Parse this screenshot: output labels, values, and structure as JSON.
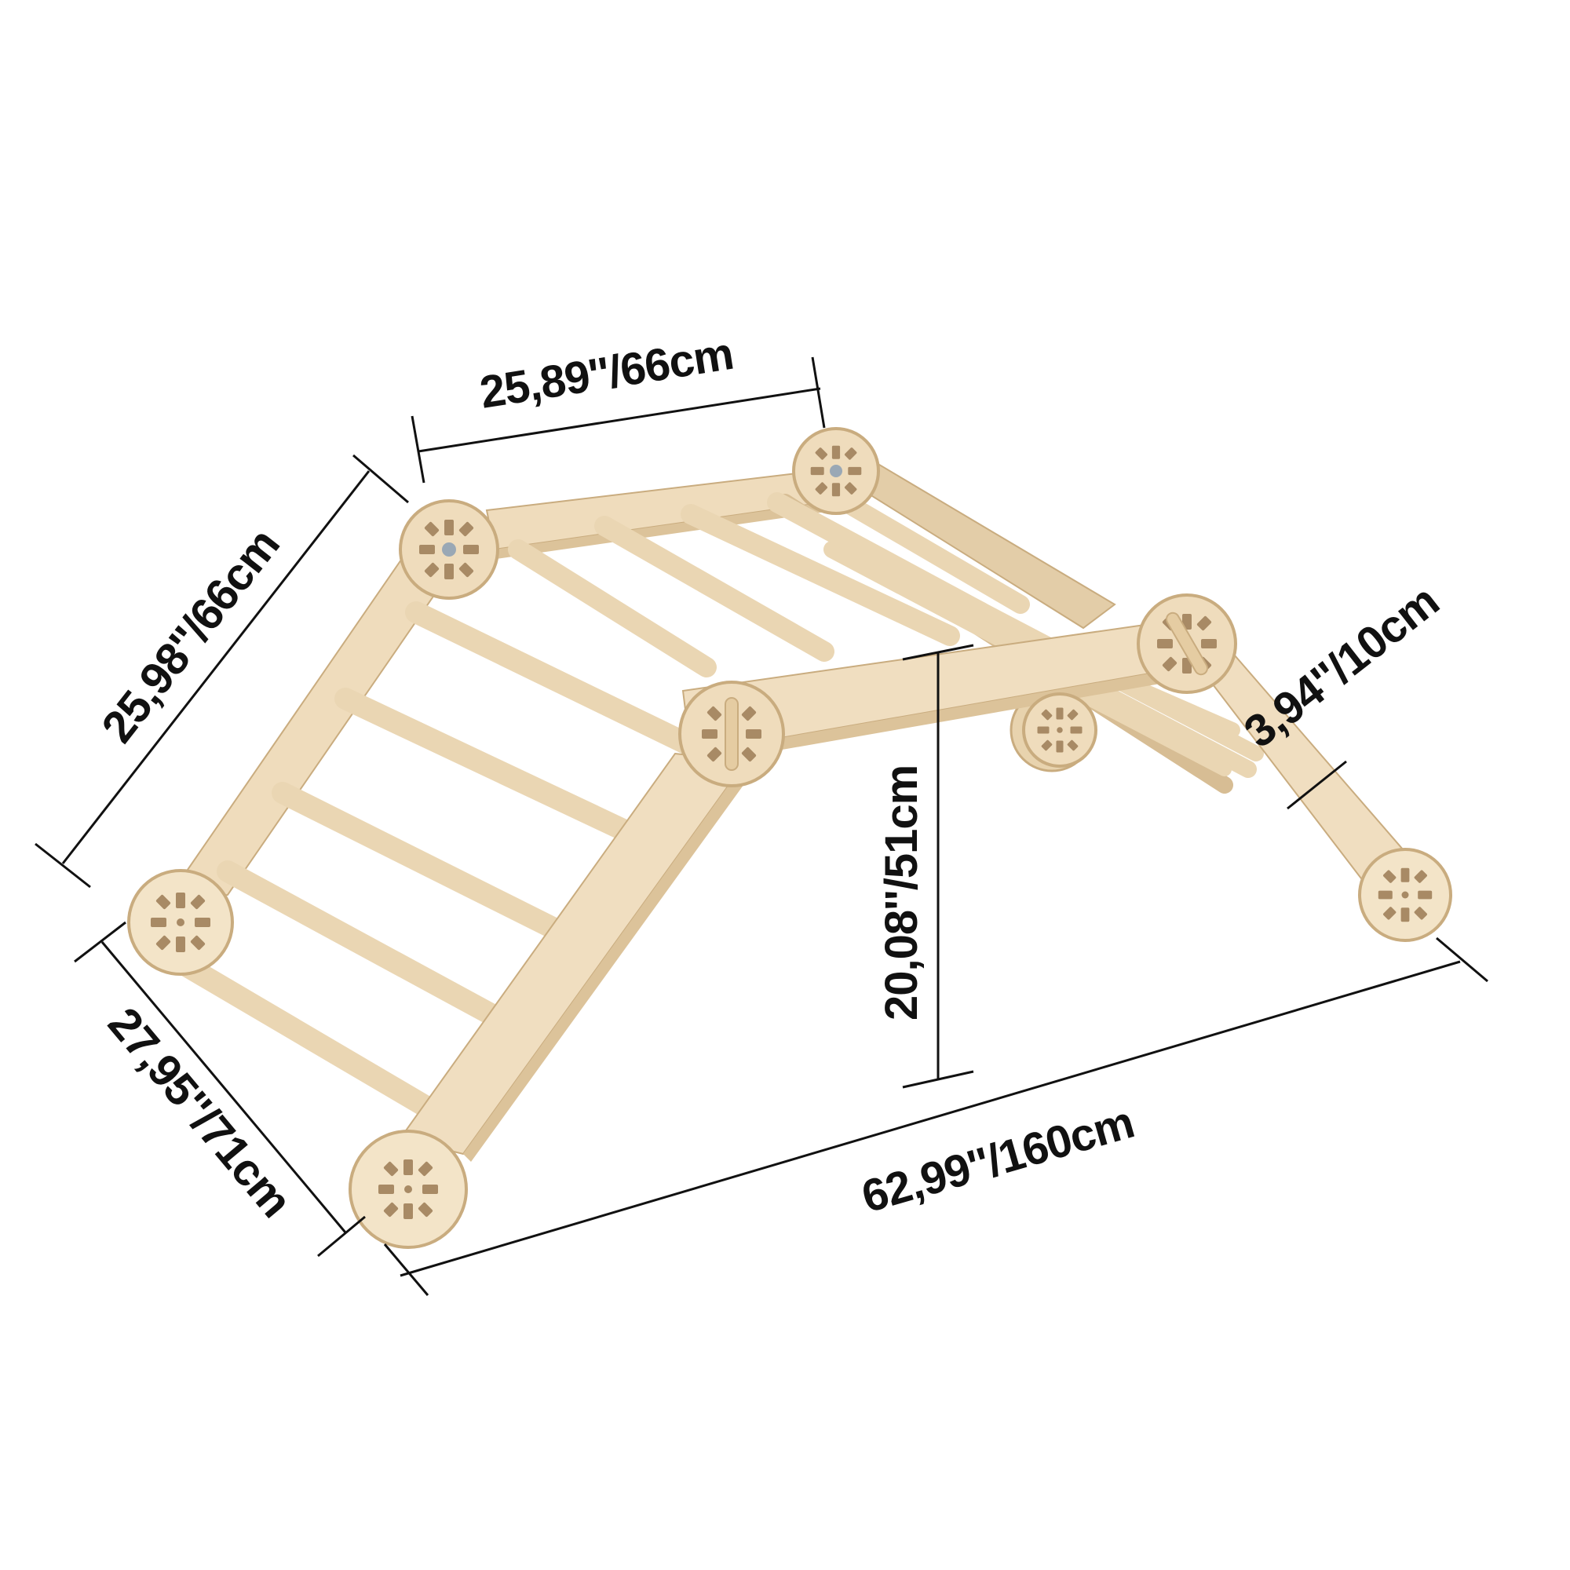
{
  "product": {
    "description_icon": "wooden-climbing-arch-icon",
    "colors": {
      "wood": "#efdcbc",
      "wood_shade": "#dcc39a",
      "wood_edge": "#c9ac7f",
      "rung": "#ead6b3",
      "rung_shade": "#d2b78d",
      "slot": "#9a8060",
      "dimension_line": "#111111"
    }
  },
  "dimensions": {
    "top_width": "25,89''/66cm",
    "upper_slope_length": "25,98''/66cm",
    "lower_leg_length": "27,95''/71cm",
    "height": "20,08''/51cm",
    "total_length": "62,99''/160cm",
    "board_width": "3,94''/10cm"
  }
}
